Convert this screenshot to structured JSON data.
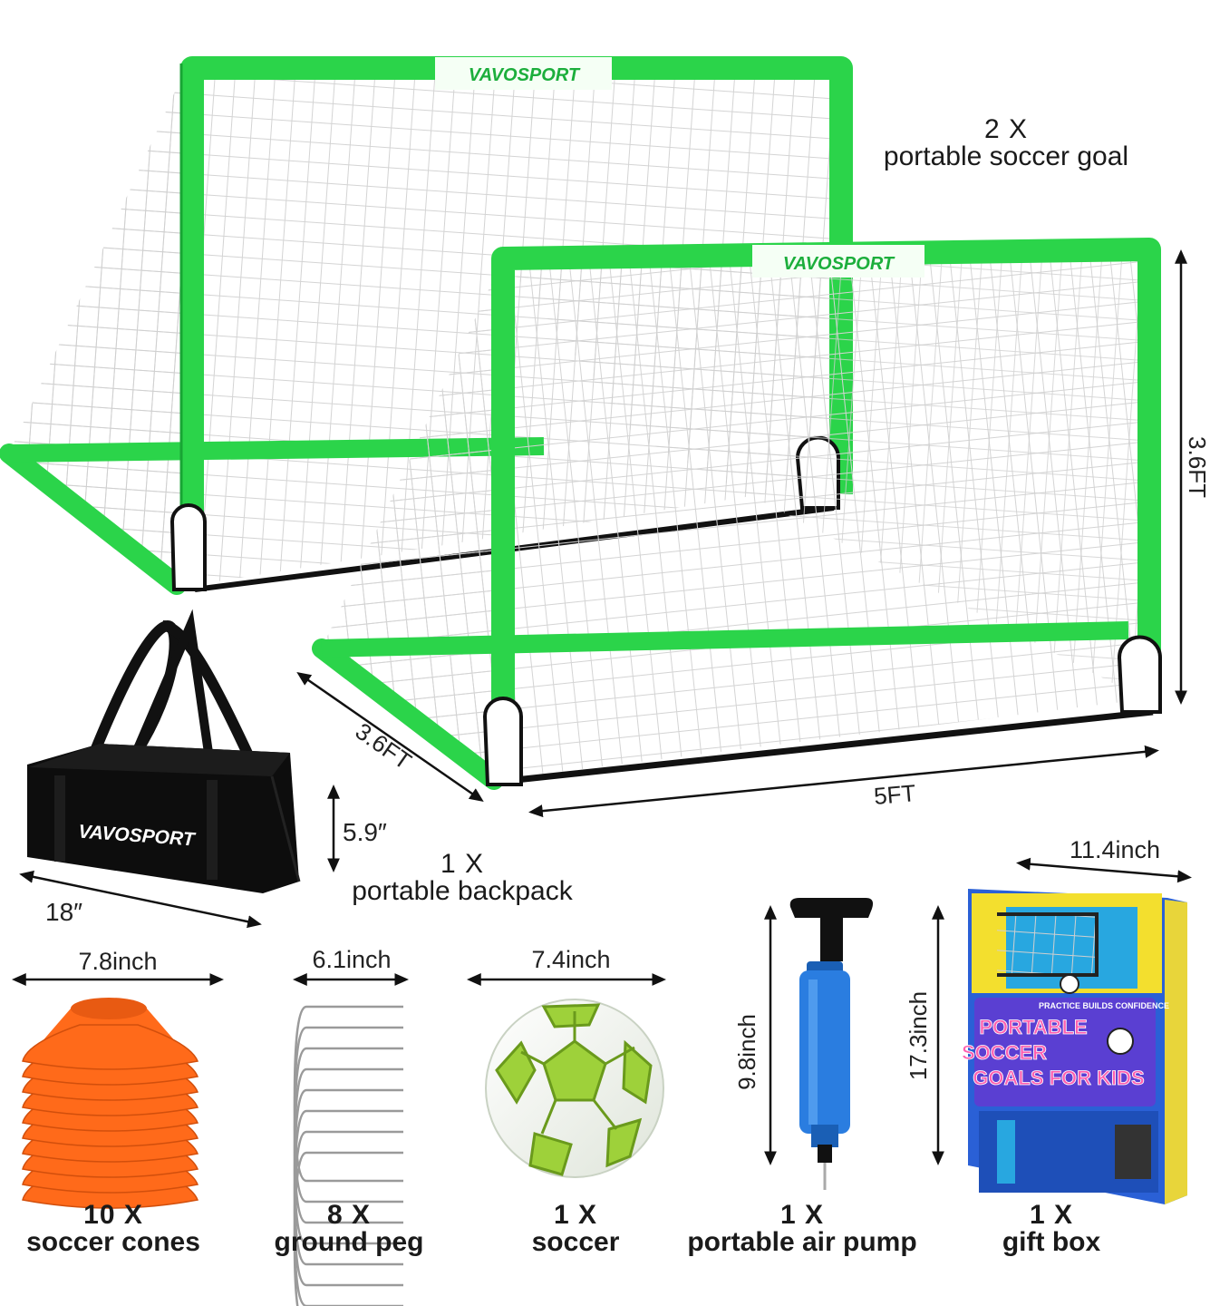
{
  "colors": {
    "goal_frame": "#2bd44a",
    "goal_frame_dark": "#18a534",
    "net": "#ffffff",
    "cone": "#ff6a1a",
    "pump": "#2a7de0",
    "bag": "#111111"
  },
  "brand": {
    "logo_text": "VAVOSPORT"
  },
  "goals": {
    "qty": "2 X",
    "name": "portable soccer goal",
    "height_dim": "3.6FT",
    "depth_dim": "3.6FT",
    "width_dim": "5FT"
  },
  "backpack": {
    "qty": "1 X",
    "name": "portable backpack",
    "height_dim": "5.9″",
    "width_dim": "18″"
  },
  "items": [
    {
      "id": "cones",
      "qty": "10 X",
      "name": "soccer cones",
      "dim": "7.8inch"
    },
    {
      "id": "peg",
      "qty": "8 X",
      "name": "ground peg",
      "dim": "6.1inch"
    },
    {
      "id": "soccer",
      "qty": "1 X",
      "name": "soccer",
      "dim": "7.4inch"
    },
    {
      "id": "pump",
      "qty": "1 X",
      "name": "portable air pump",
      "dim": "9.8inch"
    },
    {
      "id": "giftbox",
      "qty": "1 X",
      "name": "gift box",
      "dim_height": "17.3inch",
      "dim_width": "11.4inch"
    }
  ],
  "giftbox_art": {
    "banner": "PRACTICE BUILDS CONFIDENCE",
    "line1": "PORTABLE",
    "line2": "SOCCER",
    "line3": "GOALS FOR KIDS"
  }
}
